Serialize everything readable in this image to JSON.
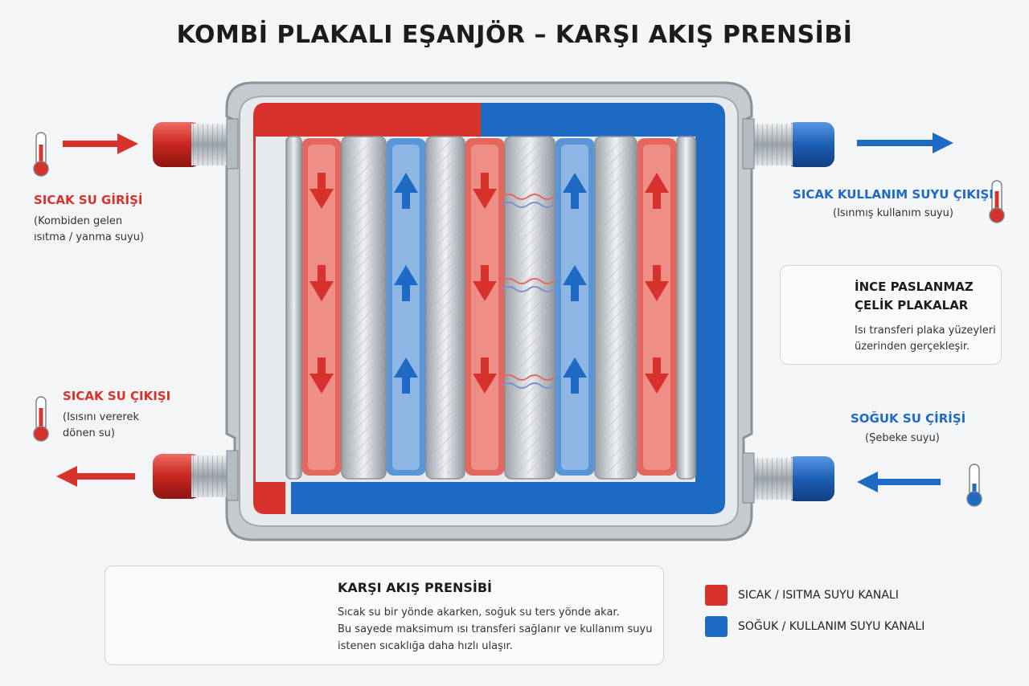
{
  "title": "KOMBİ PLAKALI EŞANJÖR – KARŞI AKIŞ PRENSİBİ",
  "left": {
    "hot_in_label": "SICAK SU GİRİŞİ",
    "hot_in_desc_1": "(Kombiden gelen",
    "hot_in_desc_2": "ısıtma / yanma suyu)",
    "hot_out_label": "SICAK SU ÇIKIŞI",
    "hot_out_desc_1": "(Isısını vererek",
    "hot_out_desc_2": "dönen su)"
  },
  "right": {
    "dhw_out_label": "SICAK KULLANIM SUYU ÇIKIŞI",
    "dhw_out_desc": "(Isınmış kullanım suyu)",
    "cold_in_label": "SOĞUK SU ÇİRİŞİ",
    "cold_in_desc": "(Şebeke suyu)"
  },
  "plates_card": {
    "title_1": "İNCE PASLANMAZ",
    "title_2": "ÇELİK PLAKALAR",
    "text_1": "Isı transferi plaka yüzeyleri",
    "text_2": "üzerinden gerçekleşir."
  },
  "principle_card": {
    "title": "KARŞI AKIŞ PRENSİBİ",
    "line_1": "Sıcak su bir yönde akarken, soğuk su ters yönde akar.",
    "line_2": "Bu sayede maksimum ısı transferi sağlanır ve kullanım suyu",
    "line_3": "istenen sıcaklığa daha hızlı ulaşır."
  },
  "legend": {
    "hot": "SICAK / ISITMA SUYU KANALI",
    "cold": "SOĞUK / KULLANIM SUYU KANALI"
  },
  "colors": {
    "hot": "#d8322c",
    "cold": "#1f6bc4",
    "steel": "#c7ccd1"
  }
}
